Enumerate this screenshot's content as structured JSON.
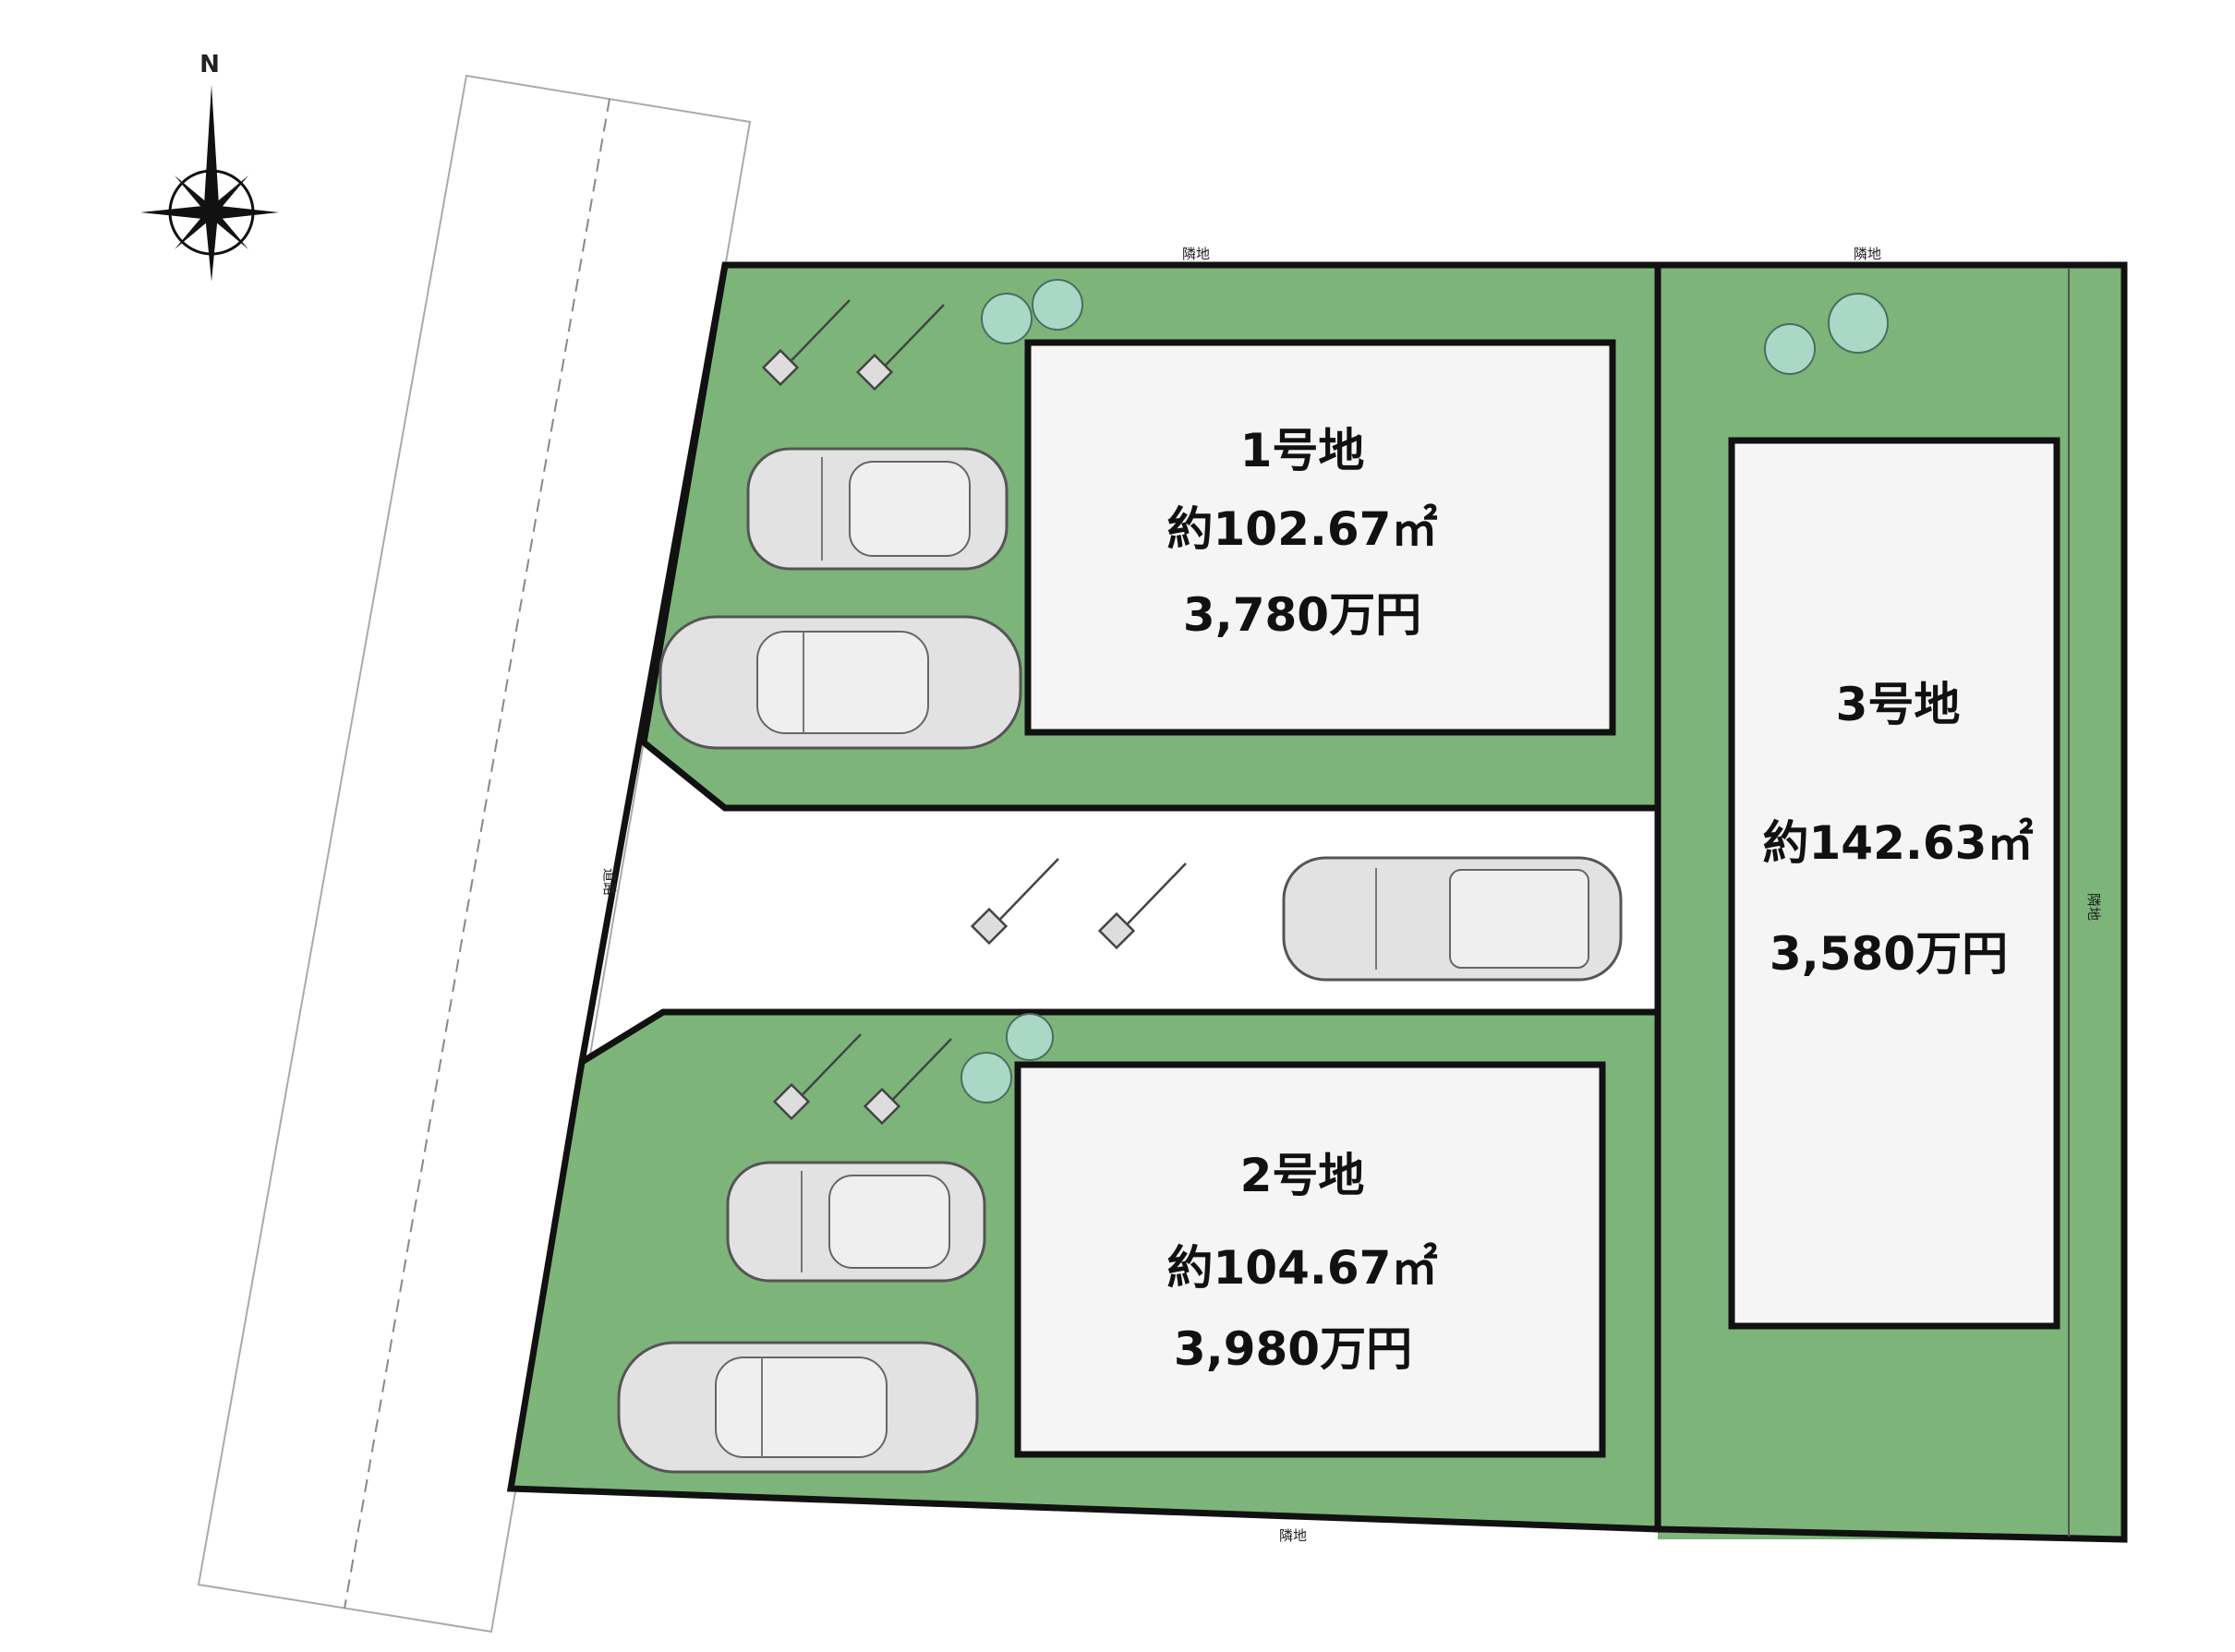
{
  "compass": {
    "north_label": "N"
  },
  "labels": {
    "road": "道路",
    "neighbor_top_left": "隣地",
    "neighbor_top_right": "隣地",
    "neighbor_bottom": "隣地",
    "neighbor_right": "隣地"
  },
  "lots": [
    {
      "name": "1号地",
      "area": "約102.67㎡",
      "price": "3,780万円"
    },
    {
      "name": "2号地",
      "area": "約104.67㎡",
      "price": "3,980万円"
    },
    {
      "name": "3号地",
      "area": "約142.63㎡",
      "price": "3,580万円"
    }
  ],
  "colors": {
    "lawn": "#7db47a",
    "border": "#111111",
    "house": "#f5f5f5",
    "car": "#e2e2e2",
    "shrub": "#a9d8c6"
  }
}
